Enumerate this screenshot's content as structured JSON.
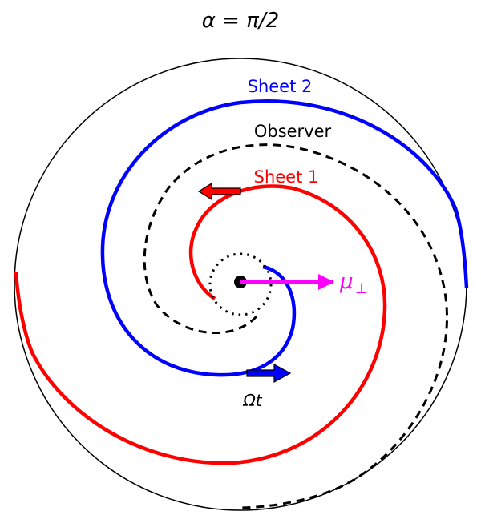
{
  "title": "α = π/2",
  "labels": {
    "sheet2": "Sheet 2",
    "observer": "Observer",
    "sheet1": "Sheet 1",
    "mu_symbol": "μ",
    "mu_subscript": "⊥",
    "omega_t": "Ωt"
  },
  "colors": {
    "sheet1": "#ff0000",
    "sheet2": "#0000ff",
    "observer": "#000000",
    "mu": "#ff00ff",
    "boundary": "#000000"
  }
}
